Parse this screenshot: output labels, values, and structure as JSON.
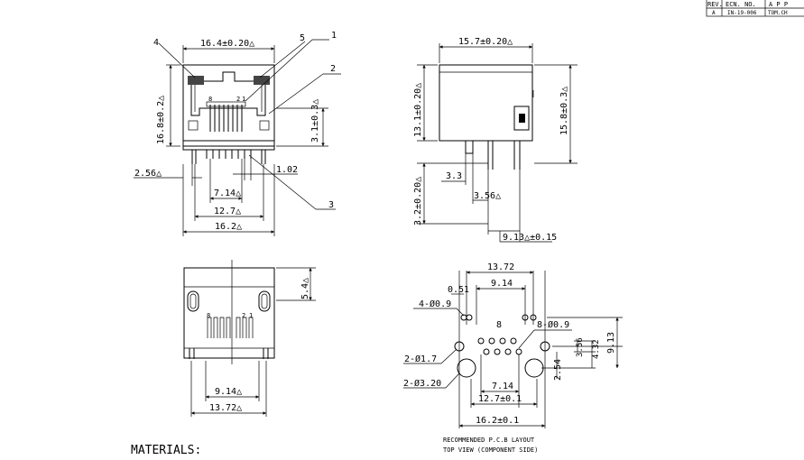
{
  "title_block": {
    "headers": [
      "REV.",
      "ECN. NO.",
      "A P P"
    ],
    "row": [
      "A",
      "IN-19-006",
      "TOM.CH"
    ]
  },
  "front_view": {
    "dims": {
      "width_top": "16.4±0.20△",
      "height_left": "16.8±0.2△",
      "height_right": "3.1±0.3△",
      "offset_left": "2.56△",
      "pin_pitch": "1.02",
      "width_714": "7.14△",
      "width_127": "12.7△",
      "width_162": "16.2△"
    },
    "callouts": [
      "1",
      "2",
      "3",
      "4",
      "5"
    ],
    "pin_labels": [
      "8",
      "2",
      "1"
    ]
  },
  "side_view": {
    "dims": {
      "width_top": "15.7±0.20△",
      "height_left": "13.1±0.20△",
      "height_right": "15.8±0.3△",
      "pin_drop": "3.2±0.20△",
      "d33": "3.3",
      "d356": "3.56△",
      "d913": "9.13△±0.15"
    }
  },
  "bottom_view": {
    "dims": {
      "height_right": "5.4△",
      "width_914": "9.14△",
      "width_1372": "13.72△"
    },
    "pin_labels": [
      "8",
      "2",
      "1"
    ]
  },
  "pcb_layout": {
    "dims": {
      "top_1372": "13.72",
      "top_914": "9.14",
      "d051": "0.51",
      "holes_09_4": "4-Ø0.9",
      "holes_09_8": "8-Ø0.9",
      "label_8": "8",
      "holes_17": "2-Ø1.7",
      "holes_320": "2-Ø3.20",
      "d714": "7.14",
      "d127": "12.7±0.1",
      "d162": "16.2±0.1",
      "v356": "3.56",
      "v432": "4.32",
      "v913": "9.13",
      "v254": "2.54"
    },
    "caption_line1": "RECOMMENDED P.C.B LAYOUT",
    "caption_line2": "TOP VIEW (COMPONENT SIDE)"
  },
  "materials_label": "MATERIALS:"
}
